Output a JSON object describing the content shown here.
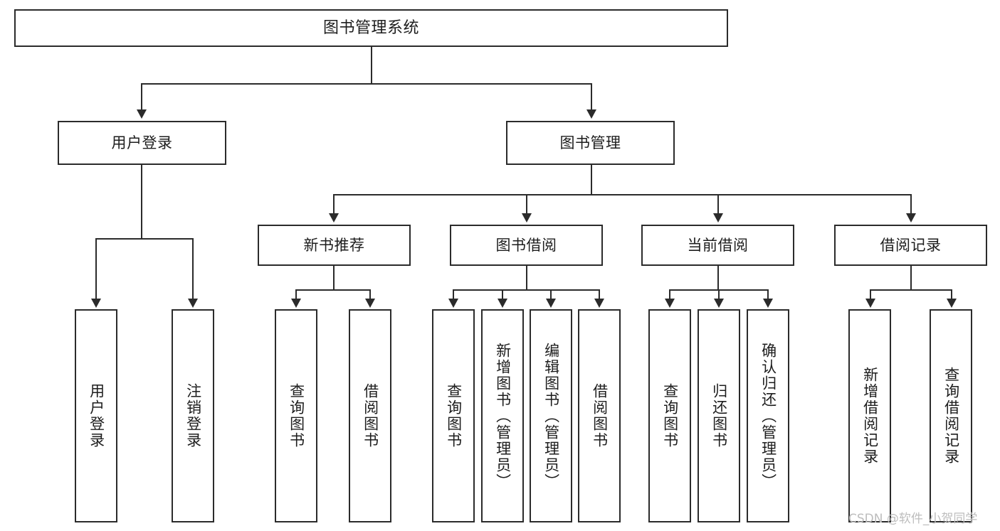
{
  "diagram": {
    "title": "图书管理系统",
    "root": {
      "label": "图书管理系统"
    },
    "level2": [
      {
        "label": "用户登录"
      },
      {
        "label": "图书管理"
      }
    ],
    "level3": [
      {
        "label": "新书推荐"
      },
      {
        "label": "图书借阅"
      },
      {
        "label": "当前借阅"
      },
      {
        "label": "借阅记录"
      }
    ],
    "leaves": {
      "user_login": [
        {
          "label": "用户登录"
        },
        {
          "label": "注销登录"
        }
      ],
      "new_book_recommend": [
        {
          "label": "查询图书"
        },
        {
          "label": "借阅图书"
        }
      ],
      "book_borrow": [
        {
          "label": "查询图书"
        },
        {
          "label": "新增图书（管理员）"
        },
        {
          "label": "编辑图书（管理员）"
        },
        {
          "label": "借阅图书"
        }
      ],
      "current_borrow": [
        {
          "label": "查询图书"
        },
        {
          "label": "归还图书"
        },
        {
          "label": "确认归还（管理员）"
        }
      ],
      "borrow_record": [
        {
          "label": "新增借阅记录"
        },
        {
          "label": "查询借阅记录"
        }
      ]
    }
  },
  "watermark": {
    "text": "CSDN @软件_小贺同学"
  },
  "colors": {
    "border": "#2b2b2b",
    "background": "#ffffff",
    "text": "#1d1d1d",
    "watermark": "#bdbdbd"
  }
}
